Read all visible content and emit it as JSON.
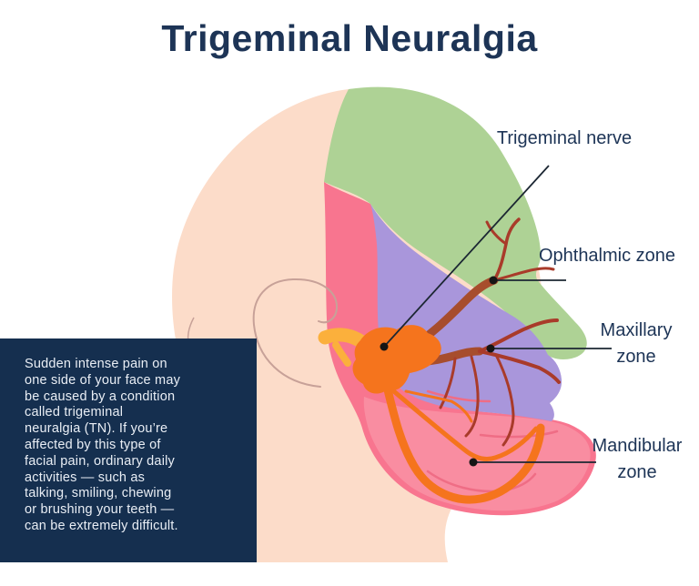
{
  "title": "Trigeminal Neuralgia",
  "labels": {
    "trigeminal_nerve": "Trigeminal nerve",
    "ophthalmic": "Ophthalmic zone",
    "maxillary": "Maxillary\nzone",
    "mandibular": "Mandibular\nzone"
  },
  "info_panel": {
    "text": "Sudden intense pain on\none side of your face may\nbe caused by a condition\ncalled trigeminal\nneuralgia (TN). If you’re\naffected by this type of\nfacial pain, ordinary daily\nactivities — such as\ntalking, smiling, chewing\nor brushing your teeth —\ncan be extremely difficult."
  },
  "colors": {
    "background": "#ffffff",
    "navy_text": "#1d3456",
    "panel_bg": "#152f4f",
    "panel_text": "#e9eef5",
    "skin": "#fcdcc9",
    "ophthalmic_zone": "#aed295",
    "maxillary_zone": "#a996db",
    "mandibular_zone": "#f8758f",
    "jaw": "#f98da1",
    "jaw_crease": "#ef6d85",
    "nerve_orange": "#f5741d",
    "nerve_yellow": "#fbb03c",
    "nerve_brown": "#a74d2d",
    "nerve_red": "#a93b2a",
    "ear_line": "#c7a198",
    "pointer_line": "#1c2733",
    "pointer_dot": "#151515"
  }
}
